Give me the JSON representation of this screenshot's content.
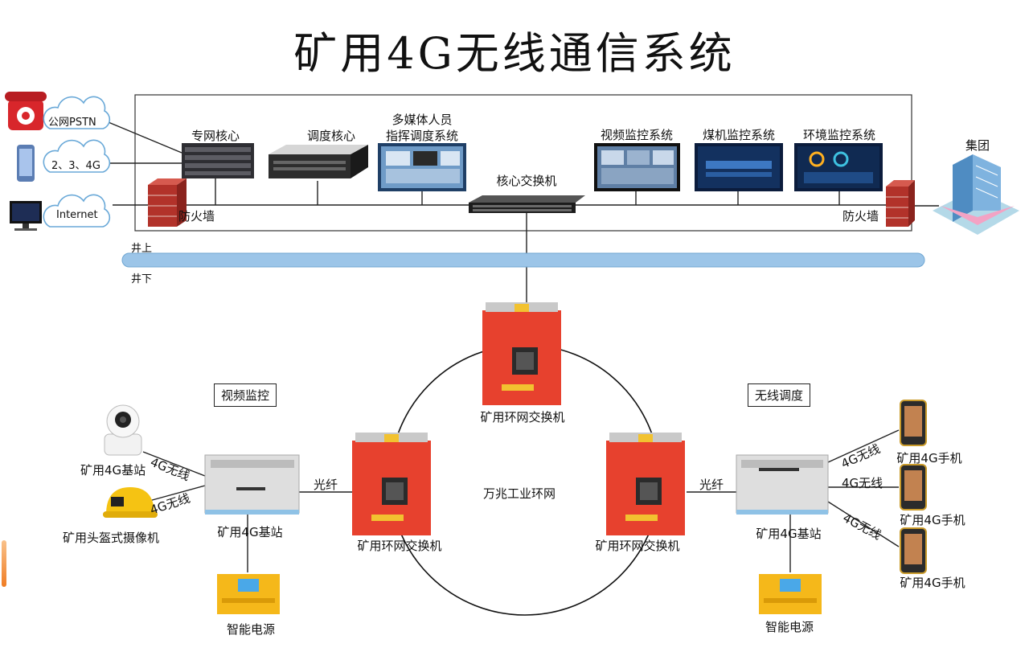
{
  "title": "矿用4G无线通信系统",
  "external": {
    "pstn": "公网PSTN",
    "mobile": "2、3、4G",
    "internet": "Internet"
  },
  "surface": {
    "private_core": "专网核心",
    "dispatch_core": "调度核心",
    "multimedia_line1": "多媒体人员",
    "multimedia_line2": "指挥调度系统",
    "core_switch": "核心交换机",
    "video_monitoring": "视频监控系统",
    "coal_monitoring": "煤机监控系统",
    "env_monitoring": "环境监控系统",
    "firewall_left": "防火墙",
    "firewall_right": "防火墙",
    "group": "集团"
  },
  "levels": {
    "above": "井上",
    "below": "井下"
  },
  "underground": {
    "ring_switch_top": "矿用环网交换机",
    "ring_switch_left": "矿用环网交换机",
    "ring_switch_right": "矿用环网交换机",
    "ring_name": "万兆工业环网",
    "video_section": "视频监控",
    "wireless_section": "无线调度",
    "camera_label": "矿用4G基站",
    "helmet_camera_label": "矿用头盔式摄像机",
    "base_station_left": "矿用4G基站",
    "base_station_right": "矿用4G基站",
    "power_left": "智能电源",
    "power_right": "智能电源",
    "fiber_left": "光纤",
    "fiber_right": "光纤",
    "wireless_link": "4G无线",
    "phones": [
      "矿用4G手机",
      "矿用4G手机",
      "矿用4G手机"
    ]
  }
}
